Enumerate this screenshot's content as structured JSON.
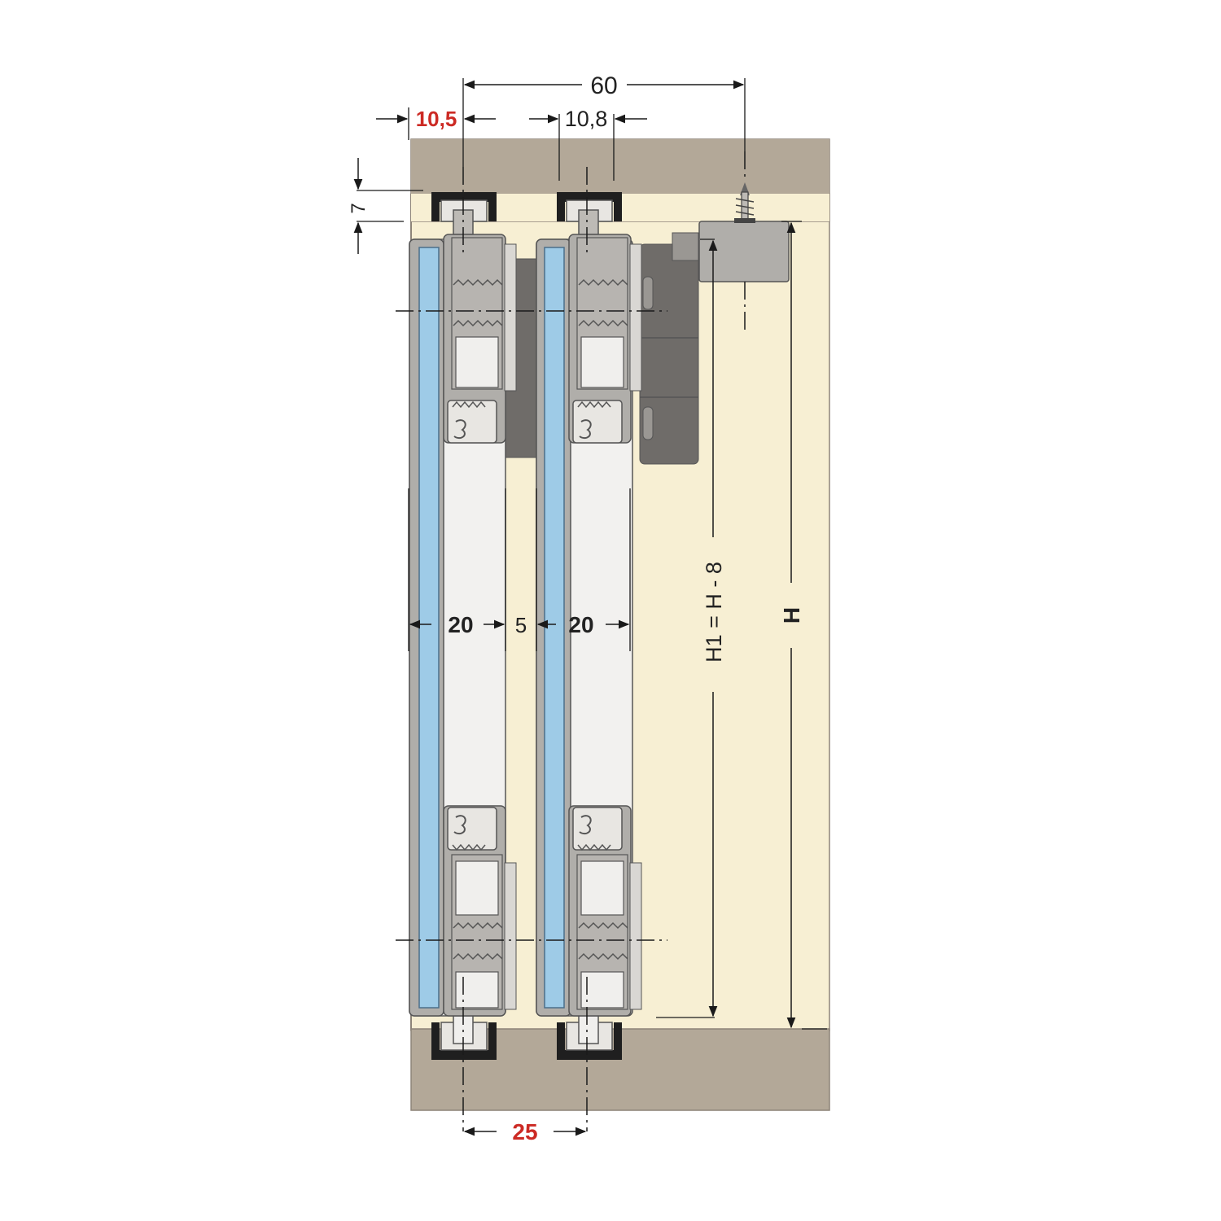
{
  "colors": {
    "background": "#ffffff",
    "cabinet_panel": "#b3a898",
    "interior": "#f7efd3",
    "glass": "#9ecbe7",
    "door_panel": "#f2f1ef",
    "profile": "#b0aeaa",
    "bracket": "#6f6c69",
    "dimension_line": "#1a1a1a",
    "highlight_dimension": "#cc2a24"
  },
  "dimensions": {
    "overall_spacing": "60",
    "side_offset": "10,5",
    "profile_width": "10,8",
    "track_depth": "7",
    "door_left_thickness": "20",
    "door_gap": "5",
    "door_right_thickness": "20",
    "track_spacing": "25",
    "door_height_formula": "H1 = H - 8",
    "cabinet_height": "H"
  },
  "icons": {
    "screw": "screw-icon"
  }
}
